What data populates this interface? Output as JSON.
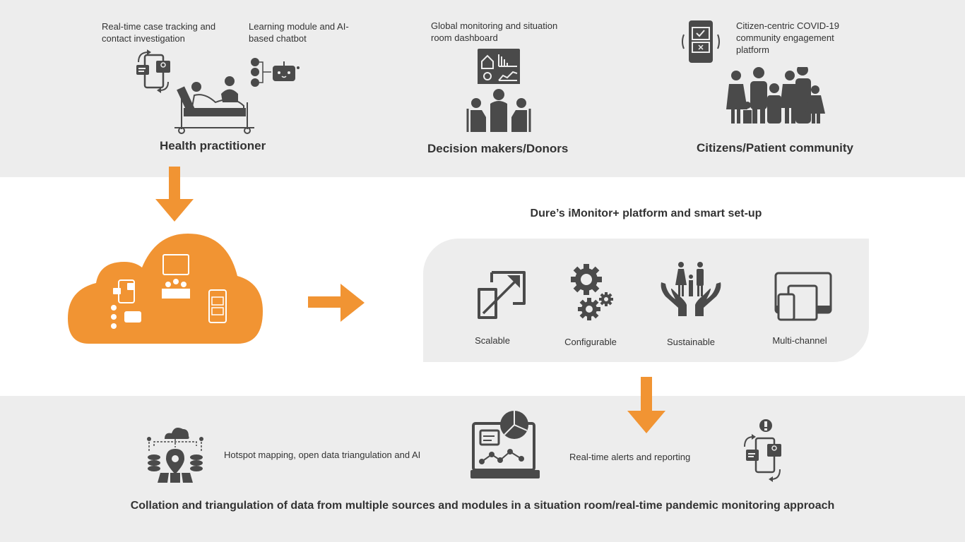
{
  "colors": {
    "accent": "#f19433",
    "band": "#ededed",
    "icon": "#4a4a4a",
    "text": "#333333"
  },
  "top": {
    "health": {
      "caption_1": "Real-time case tracking and contact investigation",
      "caption_2": "Learning module and AI-based chatbot",
      "title": "Health practitioner"
    },
    "decision": {
      "caption": "Global monitoring and situation room dashboard",
      "title": "Decision makers/Donors"
    },
    "citizens": {
      "caption": "Citizen-centric COVID-19 community engagement platform",
      "title": "Citizens/Patient community"
    }
  },
  "platform": {
    "title": "Dure’s iMonitor+ platform and smart set-up",
    "features": [
      {
        "label": "Scalable",
        "icon": "expand-arrows-icon"
      },
      {
        "label": "Configurable",
        "icon": "gears-icon"
      },
      {
        "label": "Sustainable",
        "icon": "family-in-hands-icon"
      },
      {
        "label": "Multi-channel",
        "icon": "multi-device-icon"
      }
    ]
  },
  "bottom": {
    "hotspot_caption": "Hotspot mapping, open data triangulation and AI",
    "alerts_caption": "Real-time alerts and reporting",
    "footer": "Collation and triangulation of data from multiple sources and modules in a situation room/real-time pandemic monitoring approach"
  }
}
